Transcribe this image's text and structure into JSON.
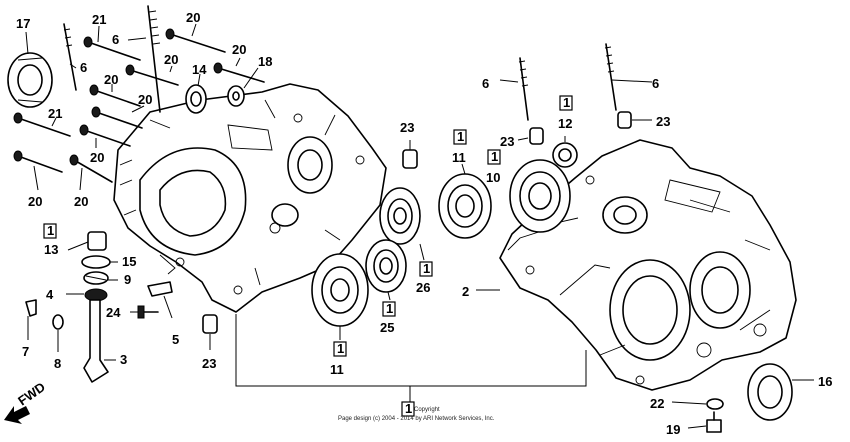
{
  "labels": {
    "l17": "17",
    "l21a": "21",
    "l6a": "6",
    "l20a": "20",
    "l6b": "6",
    "l20b": "20",
    "l20c": "20",
    "l14": "14",
    "l18": "18",
    "l20d": "20",
    "l20e": "20",
    "l21b": "21",
    "l20f": "20",
    "l20g": "20",
    "l20h": "20",
    "l13": "13",
    "l15": "15",
    "l9": "9",
    "l4": "4",
    "l24": "24",
    "l5": "5",
    "l7": "7",
    "l8": "8",
    "l3": "3",
    "l23a": "23",
    "l23b": "23",
    "l11a": "11",
    "l26": "26",
    "l25": "25",
    "l11b": "11",
    "l10": "10",
    "l6c": "6",
    "l23c": "23",
    "l12": "12",
    "l6d": "6",
    "l23d": "23",
    "l2": "2",
    "l1": "1",
    "l16": "16",
    "l22": "22",
    "l19": "19"
  },
  "box_mark": "1",
  "fwd": "FWD",
  "copyright": {
    "line1": "Copyright",
    "line2": "Page design (c) 2004 - 2014 by ARI Network Services, Inc."
  }
}
